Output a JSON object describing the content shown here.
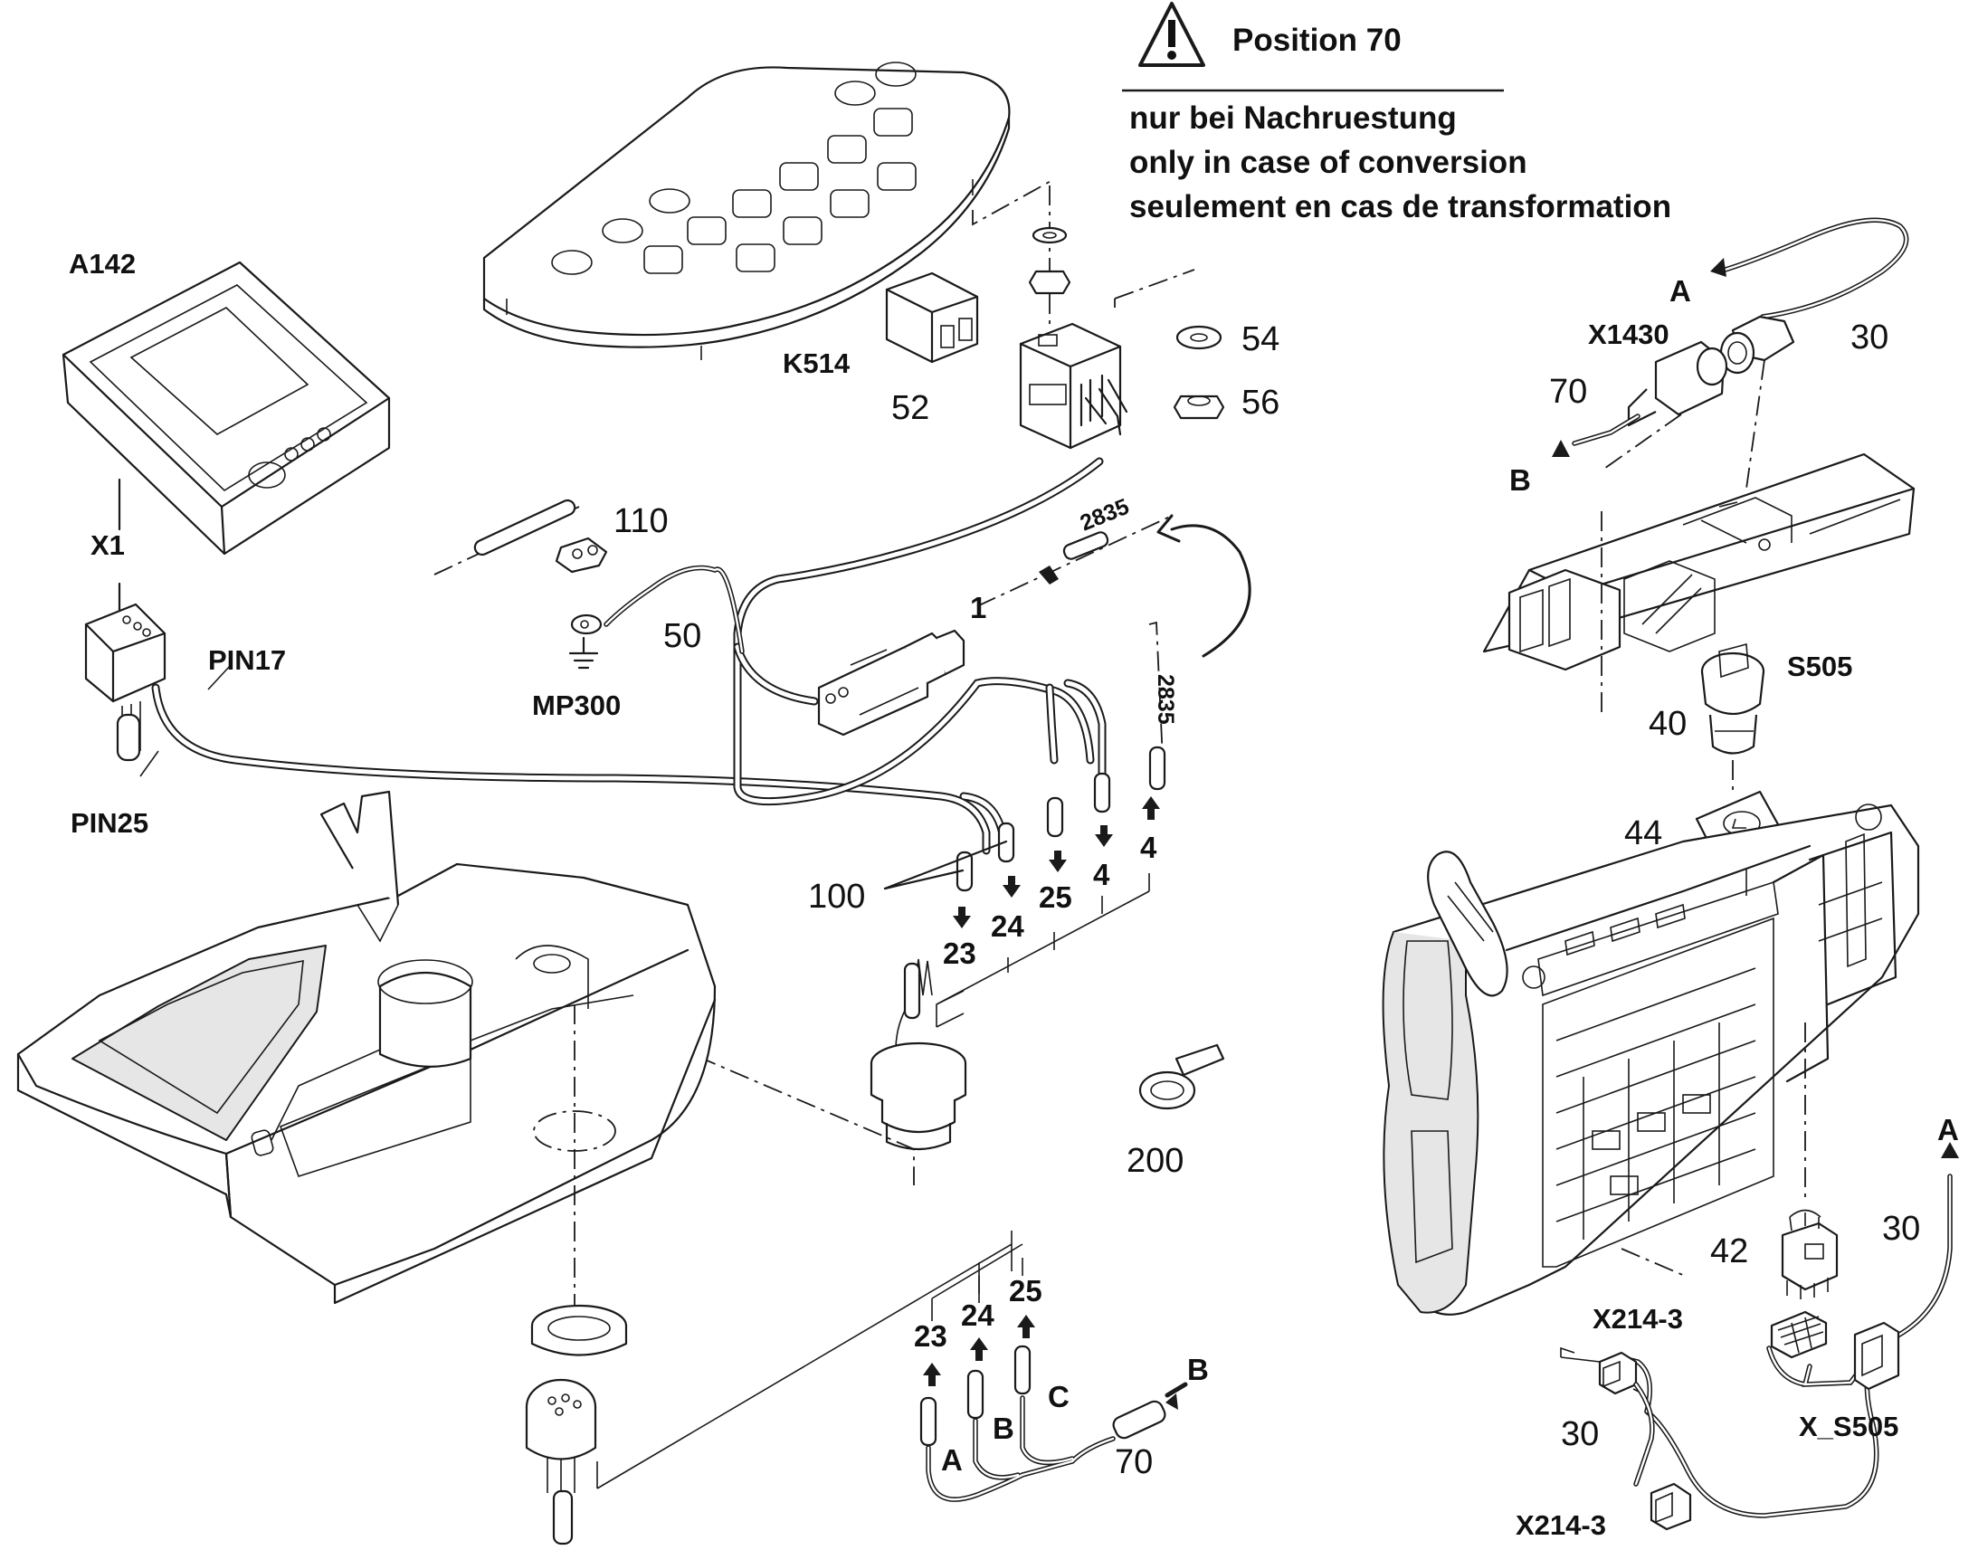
{
  "warning": {
    "icon": "warning-triangle-icon",
    "title": "Position 70",
    "lines": [
      "nur bei Nachruestung",
      "only in case of conversion",
      "seulement en cas de transformation"
    ]
  },
  "components": {
    "a142": "A142",
    "x1": "X1",
    "pin17": "PIN17",
    "pin25": "PIN25",
    "k514": "K514",
    "mp300": "MP300",
    "x1430": "X1430",
    "s505": "S505",
    "x214_3_top": "X214-3",
    "x214_3_bottom": "X214-3",
    "x_s505": "X_S505"
  },
  "positions": {
    "p1": "1",
    "p30_top": "30",
    "p30_right": "30",
    "p30_bottom": "30",
    "p40": "40",
    "p42": "42",
    "p44": "44",
    "p50": "50",
    "p52": "52",
    "p54": "54",
    "p56": "56",
    "p70_top": "70",
    "p70_bottom": "70",
    "p100": "100",
    "p110": "110",
    "p200": "200"
  },
  "lengths": {
    "top": "2835",
    "side": "2835"
  },
  "pins": {
    "mid_23": "23",
    "mid_24": "24",
    "mid_25": "25",
    "mid_4a": "4",
    "mid_4b": "4",
    "bot_23": "23",
    "bot_24": "24",
    "bot_25": "25"
  },
  "wire_letters": {
    "a_top": "A",
    "b_top": "B",
    "a_right": "A",
    "a_bottom": "A",
    "b_bottom": "B",
    "c_bottom": "C",
    "b_plug": "B"
  }
}
